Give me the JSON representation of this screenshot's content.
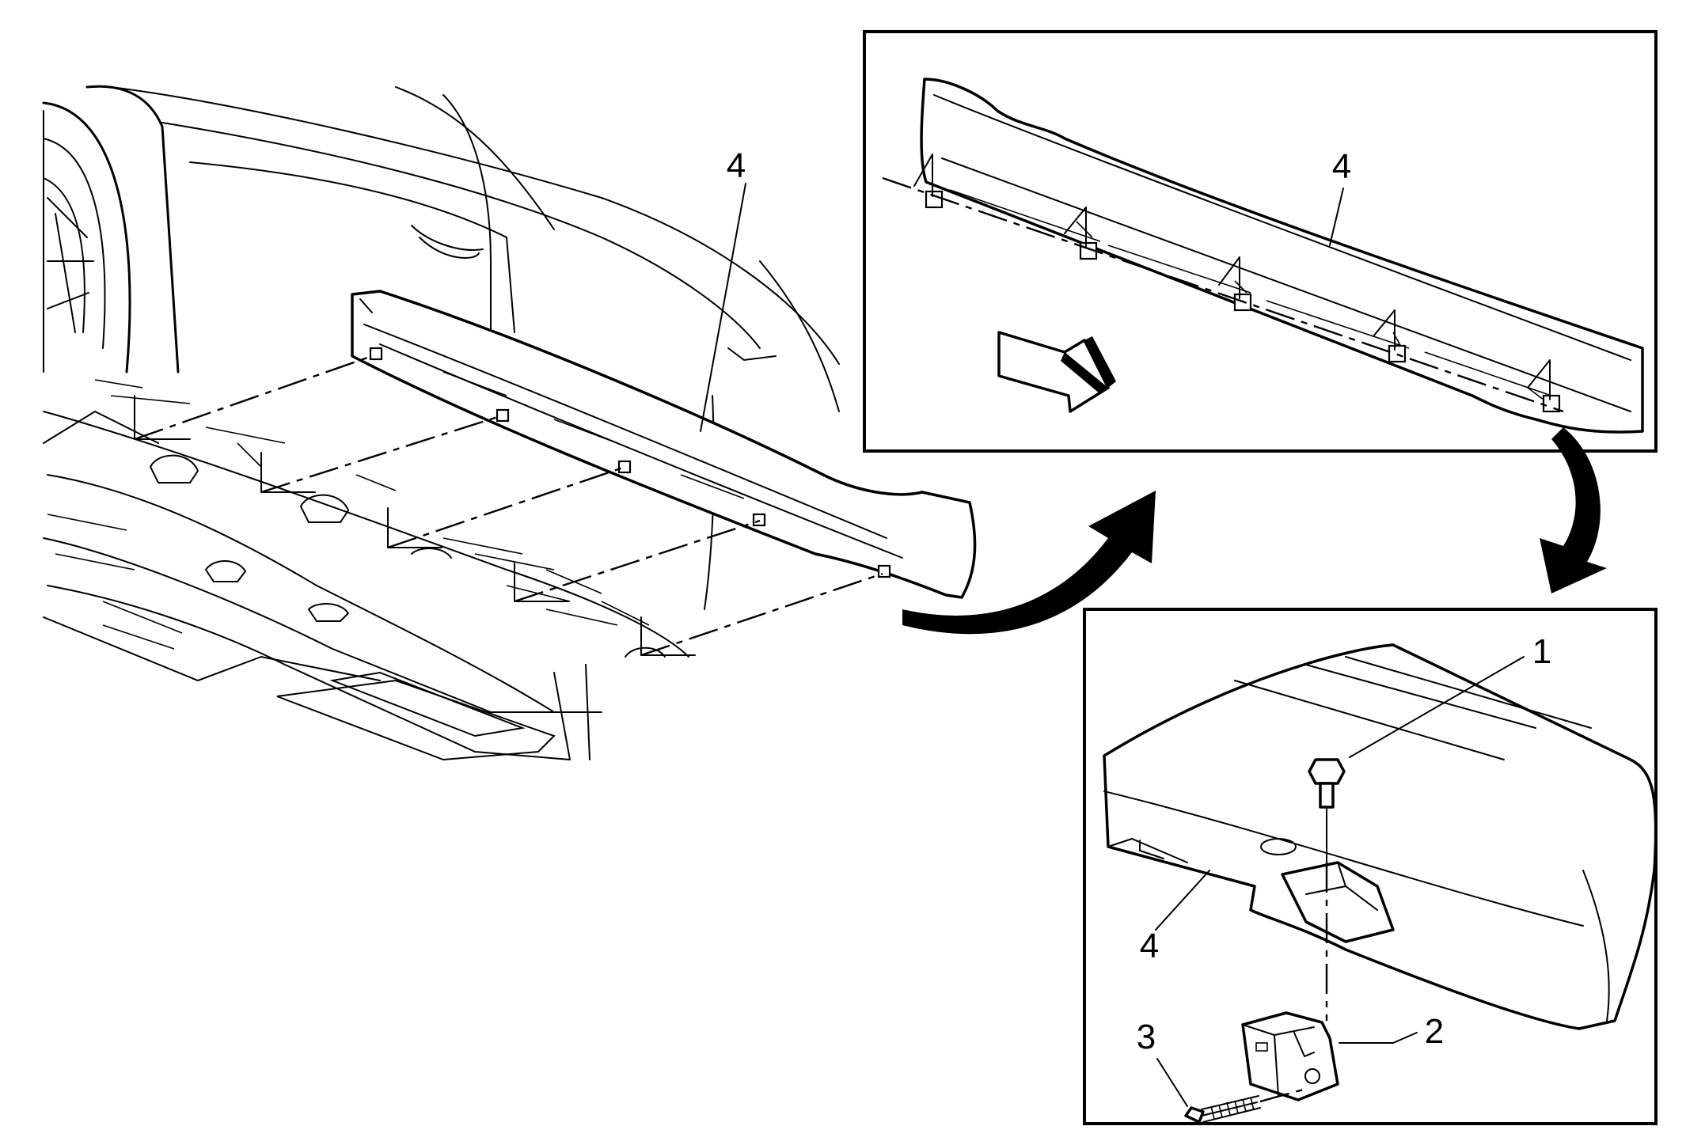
{
  "callouts": {
    "main_rocker_panel": "4",
    "detail_rocker_panel": "4",
    "bracket_rocker_panel": "4",
    "bolt_upper": "1",
    "bracket": "2",
    "screw": "3"
  }
}
